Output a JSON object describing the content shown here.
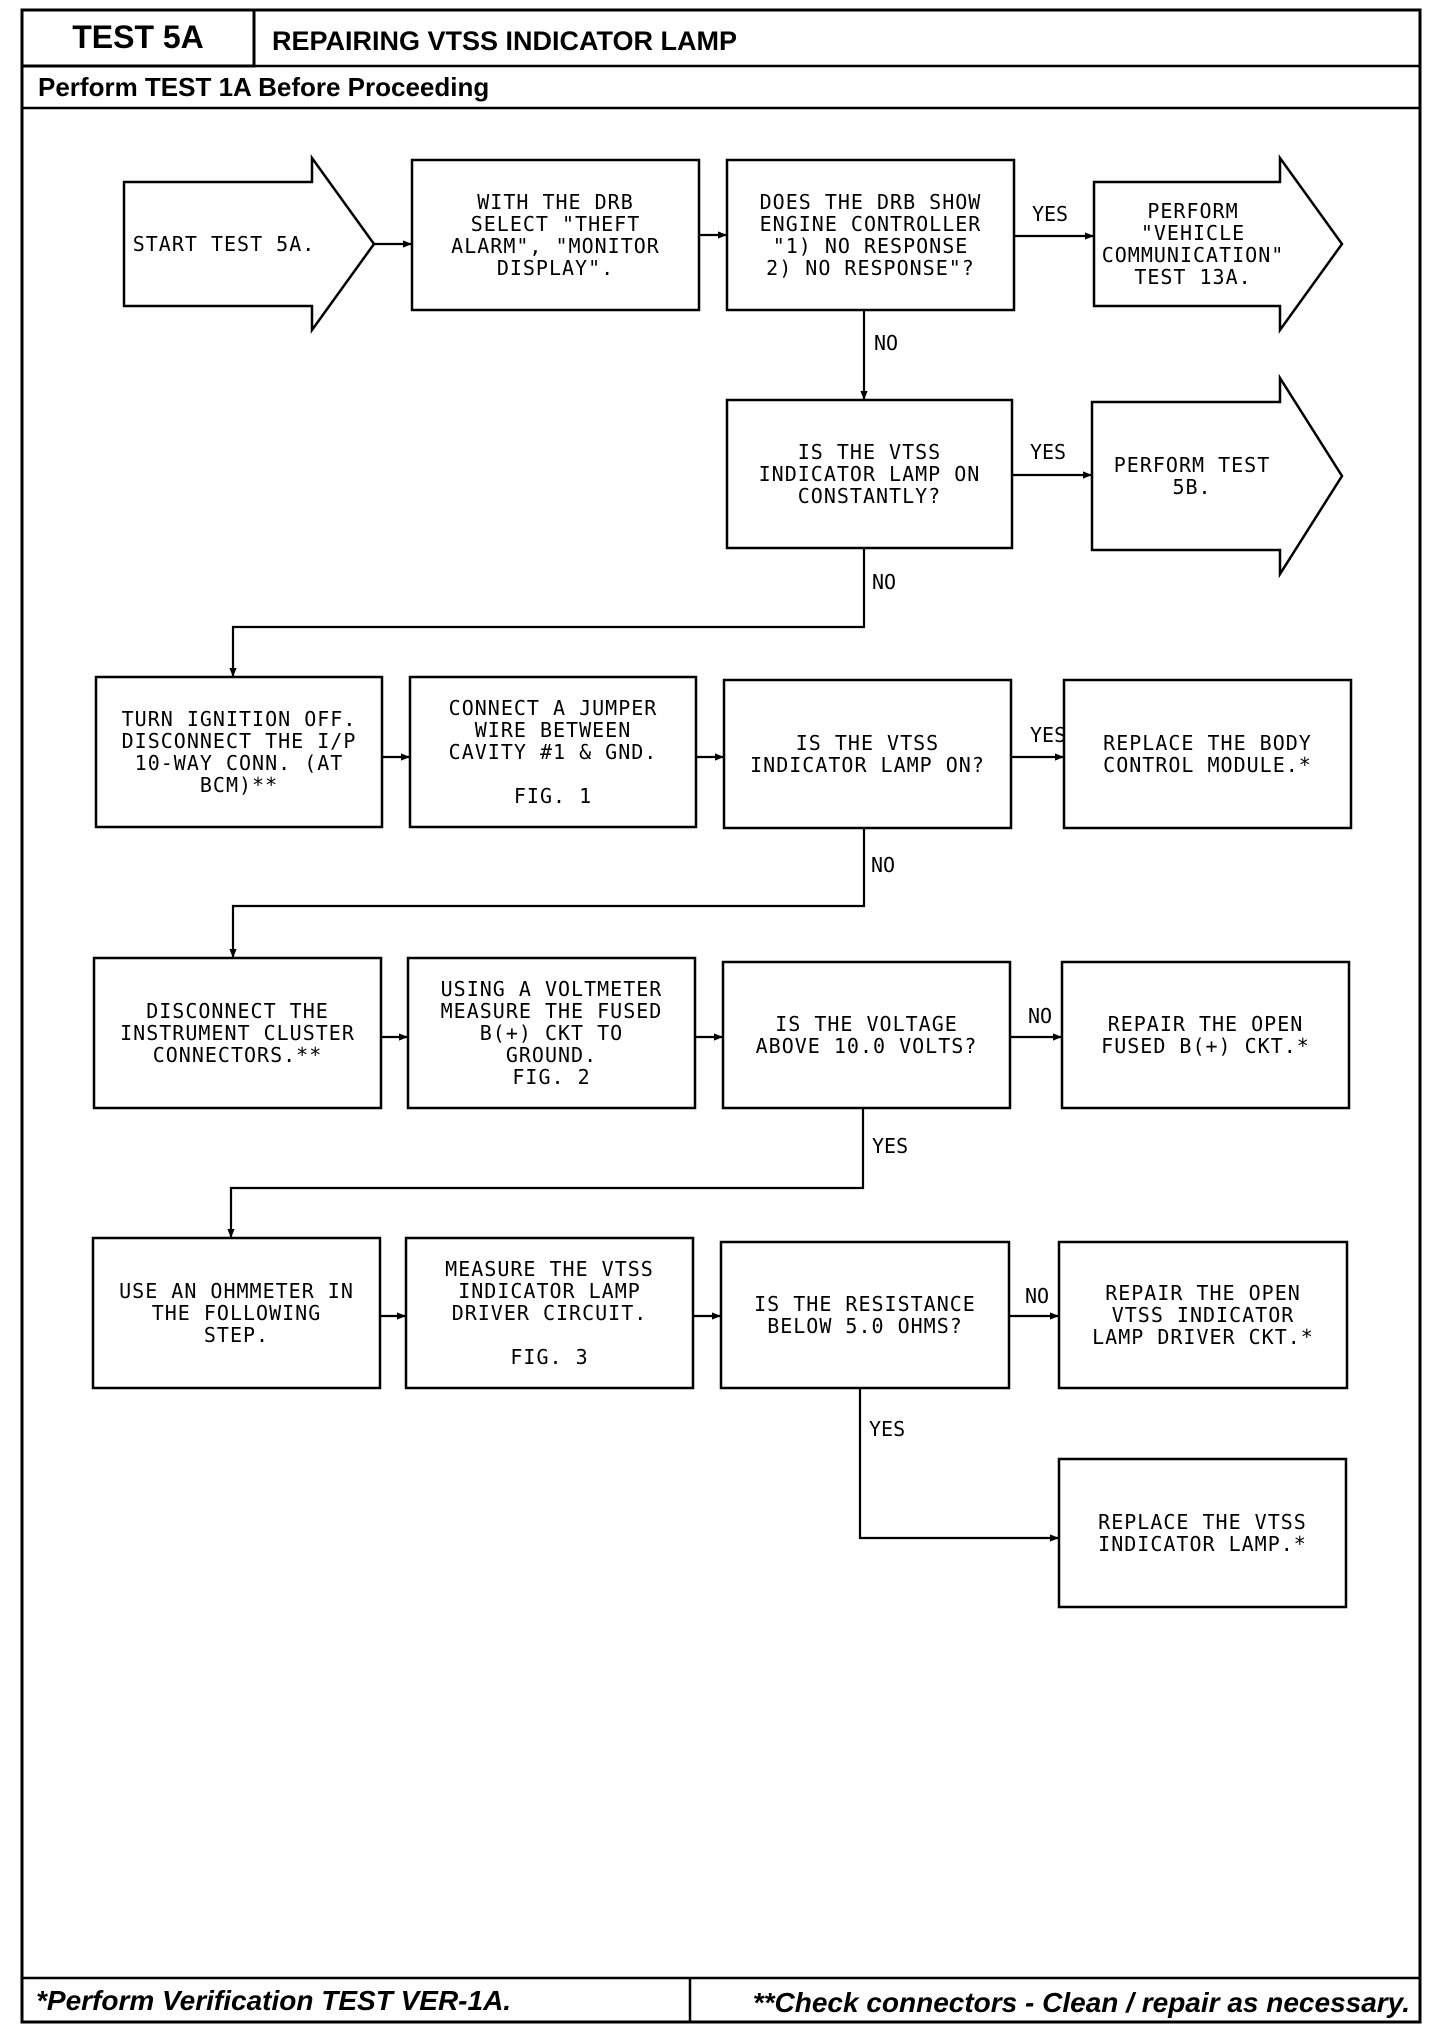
{
  "header": {
    "test_id": "TEST 5A",
    "title": "REPAIRING VTSS INDICATOR LAMP",
    "prerequisite": "Perform TEST 1A Before Proceeding"
  },
  "footer": {
    "left": "*Perform Verification TEST VER-1A.",
    "right": "**Check connectors - Clean / repair as necessary."
  },
  "nodes": [
    {
      "id": "start",
      "shape": "arrow",
      "lines": [
        "START TEST 5A."
      ]
    },
    {
      "id": "select",
      "shape": "box",
      "lines": [
        "WITH THE DRB",
        "SELECT \"THEFT",
        "ALARM\", \"MONITOR",
        "DISPLAY\"."
      ]
    },
    {
      "id": "q-drb",
      "shape": "box",
      "lines": [
        "DOES THE DRB SHOW",
        "ENGINE CONTROLLER",
        "\"1) NO RESPONSE",
        "2) NO RESPONSE\"?"
      ]
    },
    {
      "id": "perform-13a",
      "shape": "arrow",
      "lines": [
        "PERFORM",
        "\"VEHICLE",
        "COMMUNICATION\"",
        "TEST 13A."
      ]
    },
    {
      "id": "q-lamp-constant",
      "shape": "box",
      "lines": [
        "IS THE VTSS",
        "INDICATOR LAMP ON",
        "CONSTANTLY?"
      ]
    },
    {
      "id": "perform-5b",
      "shape": "arrow",
      "lines": [
        "PERFORM TEST",
        "5B."
      ]
    },
    {
      "id": "ignition-off",
      "shape": "box",
      "lines": [
        "TURN IGNITION OFF.",
        "DISCONNECT THE I/P",
        "10-WAY CONN. (AT",
        "BCM)**"
      ]
    },
    {
      "id": "jumper",
      "shape": "box",
      "lines": [
        "CONNECT A JUMPER",
        "WIRE BETWEEN",
        "CAVITY #1 & GND.",
        "",
        "FIG. 1"
      ]
    },
    {
      "id": "q-lamp-on",
      "shape": "box",
      "lines": [
        "IS THE VTSS",
        "INDICATOR LAMP ON?"
      ]
    },
    {
      "id": "replace-bcm",
      "shape": "box",
      "lines": [
        "REPLACE THE BODY",
        "CONTROL MODULE.*"
      ]
    },
    {
      "id": "disconnect-cluster",
      "shape": "box",
      "lines": [
        "DISCONNECT THE",
        "INSTRUMENT CLUSTER",
        "CONNECTORS.**"
      ]
    },
    {
      "id": "voltmeter",
      "shape": "box",
      "lines": [
        "USING A VOLTMETER",
        "MEASURE THE FUSED",
        "B(+) CKT TO",
        "GROUND.",
        "FIG. 2"
      ]
    },
    {
      "id": "q-voltage",
      "shape": "box",
      "lines": [
        "IS THE VOLTAGE",
        "ABOVE 10.0 VOLTS?"
      ]
    },
    {
      "id": "repair-fused",
      "shape": "box",
      "lines": [
        "REPAIR THE OPEN",
        "FUSED B(+) CKT.*"
      ]
    },
    {
      "id": "ohmmeter",
      "shape": "box",
      "lines": [
        "USE AN OHMMETER IN",
        "THE FOLLOWING",
        "STEP."
      ]
    },
    {
      "id": "measure-driver",
      "shape": "box",
      "lines": [
        "MEASURE THE VTSS",
        "INDICATOR LAMP",
        "DRIVER CIRCUIT.",
        "",
        "FIG. 3"
      ]
    },
    {
      "id": "q-resistance",
      "shape": "box",
      "lines": [
        "IS THE RESISTANCE",
        "BELOW 5.0 OHMS?"
      ]
    },
    {
      "id": "repair-driver",
      "shape": "box",
      "lines": [
        "REPAIR THE OPEN",
        "VTSS INDICATOR",
        "LAMP DRIVER CKT.*"
      ]
    },
    {
      "id": "replace-lamp",
      "shape": "box",
      "lines": [
        "REPLACE THE VTSS",
        "INDICATOR LAMP.*"
      ]
    }
  ],
  "edges": [
    {
      "from": "start",
      "to": "select",
      "label": ""
    },
    {
      "from": "select",
      "to": "q-drb",
      "label": ""
    },
    {
      "from": "q-drb",
      "to": "perform-13a",
      "label": "YES"
    },
    {
      "from": "q-drb",
      "to": "q-lamp-constant",
      "label": "NO"
    },
    {
      "from": "q-lamp-constant",
      "to": "perform-5b",
      "label": "YES"
    },
    {
      "from": "q-lamp-constant",
      "to": "ignition-off",
      "label": "NO"
    },
    {
      "from": "ignition-off",
      "to": "jumper",
      "label": ""
    },
    {
      "from": "jumper",
      "to": "q-lamp-on",
      "label": ""
    },
    {
      "from": "q-lamp-on",
      "to": "replace-bcm",
      "label": "YES"
    },
    {
      "from": "q-lamp-on",
      "to": "disconnect-cluster",
      "label": "NO"
    },
    {
      "from": "disconnect-cluster",
      "to": "voltmeter",
      "label": ""
    },
    {
      "from": "voltmeter",
      "to": "q-voltage",
      "label": ""
    },
    {
      "from": "q-voltage",
      "to": "repair-fused",
      "label": "NO"
    },
    {
      "from": "q-voltage",
      "to": "ohmmeter",
      "label": "YES"
    },
    {
      "from": "ohmmeter",
      "to": "measure-driver",
      "label": ""
    },
    {
      "from": "measure-driver",
      "to": "q-resistance",
      "label": ""
    },
    {
      "from": "q-resistance",
      "to": "repair-driver",
      "label": "NO"
    },
    {
      "from": "q-resistance",
      "to": "replace-lamp",
      "label": "YES"
    }
  ]
}
